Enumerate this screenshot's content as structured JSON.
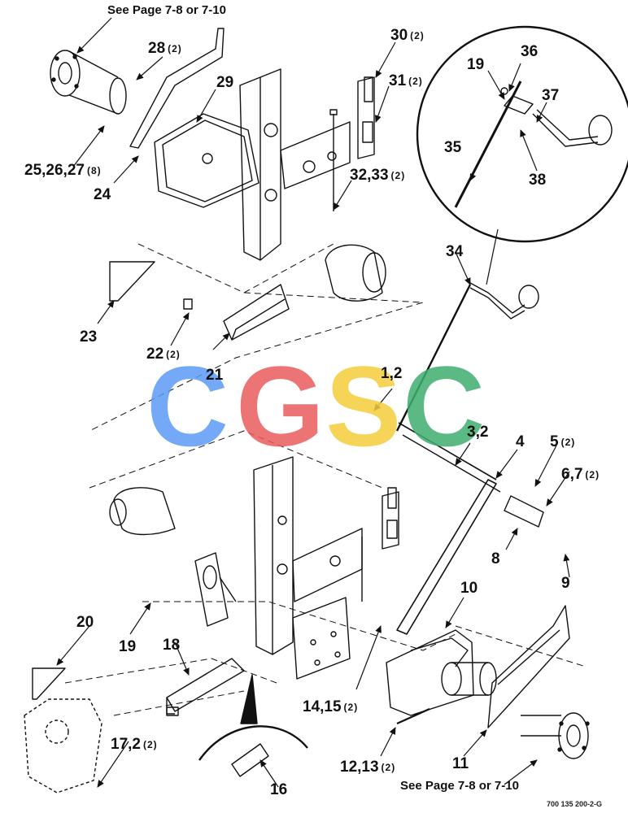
{
  "references": {
    "top": "See Page 7-8 or 7-10",
    "bottom": "See Page 7-8 or 7-10"
  },
  "drawing_code": "700 135 200-2-G",
  "watermark": {
    "letters": [
      "C",
      "G",
      "S",
      "C"
    ],
    "colors": [
      "#5b9bf5",
      "#ea5c5c",
      "#f5cd3c",
      "#3fae6e"
    ]
  },
  "callouts": {
    "c1_2": {
      "num": "1,2",
      "qty": ""
    },
    "c3_2": {
      "num": "3,2",
      "qty": ""
    },
    "c4": {
      "num": "4",
      "qty": ""
    },
    "c5": {
      "num": "5",
      "qty": "(2)"
    },
    "c6_7": {
      "num": "6,7",
      "qty": "(2)"
    },
    "c8": {
      "num": "8",
      "qty": ""
    },
    "c9": {
      "num": "9",
      "qty": ""
    },
    "c10": {
      "num": "10",
      "qty": ""
    },
    "c11": {
      "num": "11",
      "qty": ""
    },
    "c12_13": {
      "num": "12,13",
      "qty": "(2)"
    },
    "c14_15": {
      "num": "14,15",
      "qty": "(2)"
    },
    "c16": {
      "num": "16",
      "qty": ""
    },
    "c17_2": {
      "num": "17,2",
      "qty": "(2)"
    },
    "c18": {
      "num": "18",
      "qty": ""
    },
    "c19a": {
      "num": "19",
      "qty": ""
    },
    "c19b": {
      "num": "19",
      "qty": ""
    },
    "c20": {
      "num": "20",
      "qty": ""
    },
    "c21": {
      "num": "21",
      "qty": ""
    },
    "c22": {
      "num": "22",
      "qty": "(2)"
    },
    "c23": {
      "num": "23",
      "qty": ""
    },
    "c24": {
      "num": "24",
      "qty": ""
    },
    "c25_27": {
      "num": "25,26,27",
      "qty": "(8)"
    },
    "c28": {
      "num": "28",
      "qty": "(2)"
    },
    "c29": {
      "num": "29",
      "qty": ""
    },
    "c30": {
      "num": "30",
      "qty": "(2)"
    },
    "c31": {
      "num": "31",
      "qty": "(2)"
    },
    "c32_33": {
      "num": "32,33",
      "qty": "(2)"
    },
    "c34": {
      "num": "34",
      "qty": ""
    },
    "c35": {
      "num": "35",
      "qty": ""
    },
    "c36": {
      "num": "36",
      "qty": ""
    },
    "c37": {
      "num": "37",
      "qty": ""
    },
    "c38": {
      "num": "38",
      "qty": ""
    }
  }
}
